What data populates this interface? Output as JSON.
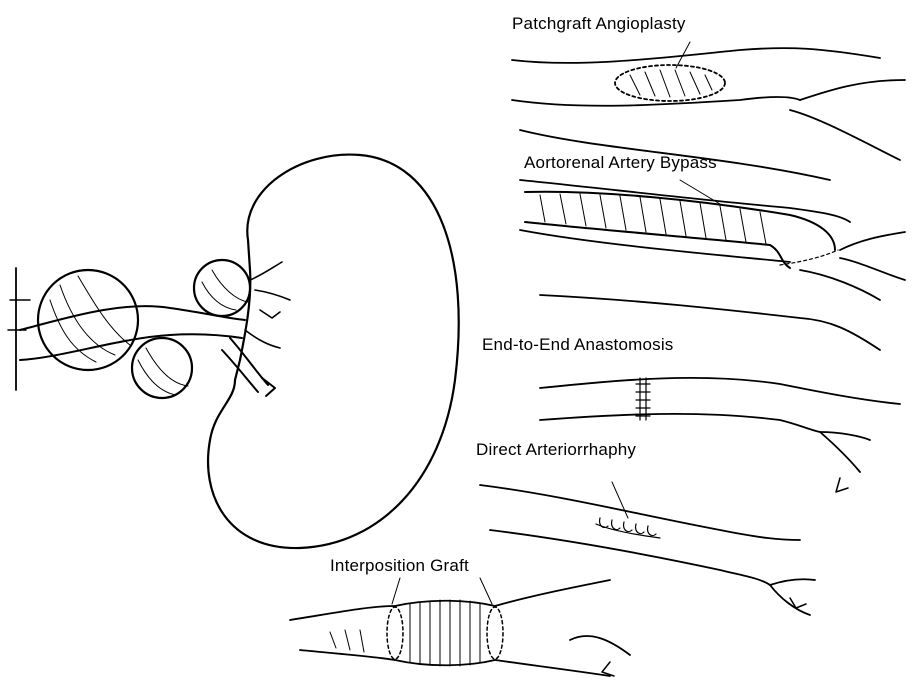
{
  "labels": {
    "patchgraft": "Patchgraft Angioplasty",
    "aortorenal": "Aortorenal Artery Bypass",
    "end_to_end": "End-to-End Anastomosis",
    "arteriorrhaphy": "Direct Arteriorrhaphy",
    "interposition": "Interposition Graft"
  }
}
